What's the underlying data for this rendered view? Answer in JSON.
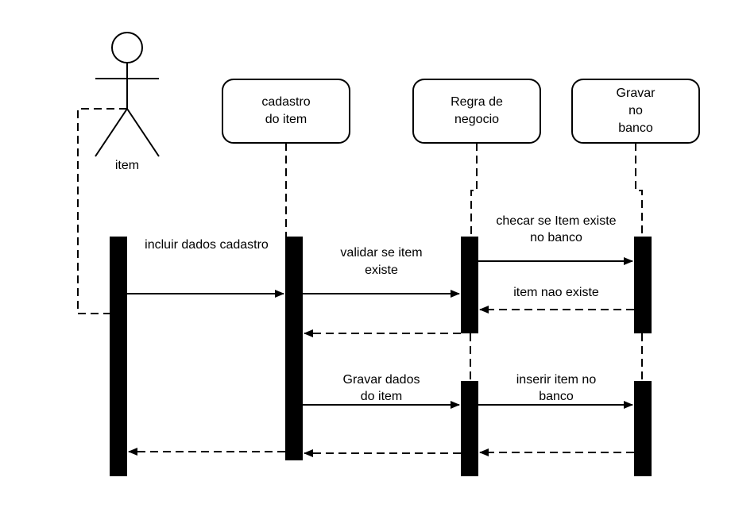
{
  "actor": {
    "label": "item"
  },
  "lifelines": {
    "cadastro": {
      "line1": "cadastro",
      "line2": "do item"
    },
    "regra": {
      "line1": "Regra de",
      "line2": "negocio"
    },
    "gravar": {
      "line1": "Gravar",
      "line2": "no",
      "line3": "banco"
    }
  },
  "messages": {
    "incluir": {
      "line1": "incluir dados cadastro"
    },
    "validar": {
      "line1": "validar se item",
      "line2": "existe"
    },
    "checar": {
      "line1": "checar se Item existe",
      "line2": "no banco"
    },
    "nao_existe": {
      "line1": "item nao existe"
    },
    "gravar_dados": {
      "line1": "Gravar dados",
      "line2": "do item"
    },
    "inserir": {
      "line1": "inserir item no",
      "line2": "banco"
    }
  }
}
